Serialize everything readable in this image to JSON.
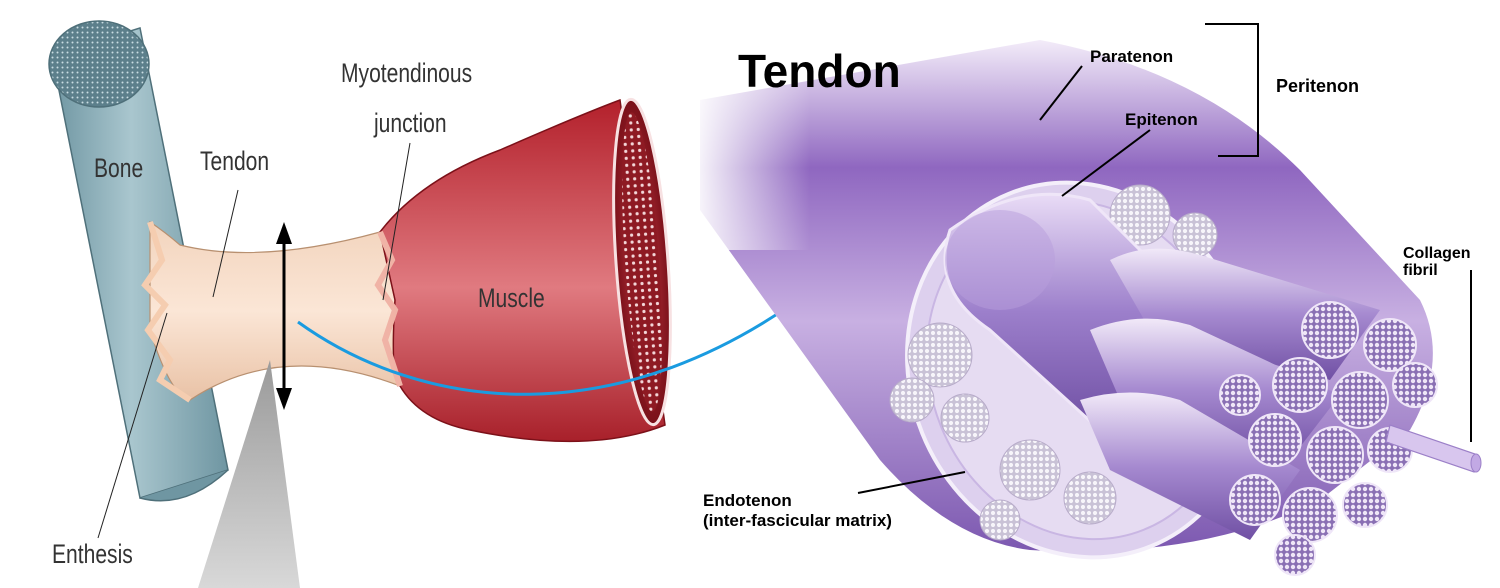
{
  "left_labels": {
    "bone": "Bone",
    "tendon": "Tendon",
    "myotendinous_line1": "Myotendinous",
    "myotendinous_line2": "junction",
    "muscle": "Muscle",
    "enthesis": "Enthesis"
  },
  "right_labels": {
    "title": "Tendon",
    "paratenon": "Paratenon",
    "epitenon": "Epitenon",
    "peritenon": "Peritenon",
    "collagen_line1": "Collagen",
    "collagen_line2": "fibril",
    "endotenon_line1": "Endotenon",
    "endotenon_line2": "(inter-fascicular matrix)"
  },
  "colors": {
    "bone": "#8fb3bd",
    "tendon": "#f6dcc6",
    "muscle": "#c8323a",
    "arrow": "#1a9be0",
    "tendon_sheath": "#9a78c6"
  }
}
